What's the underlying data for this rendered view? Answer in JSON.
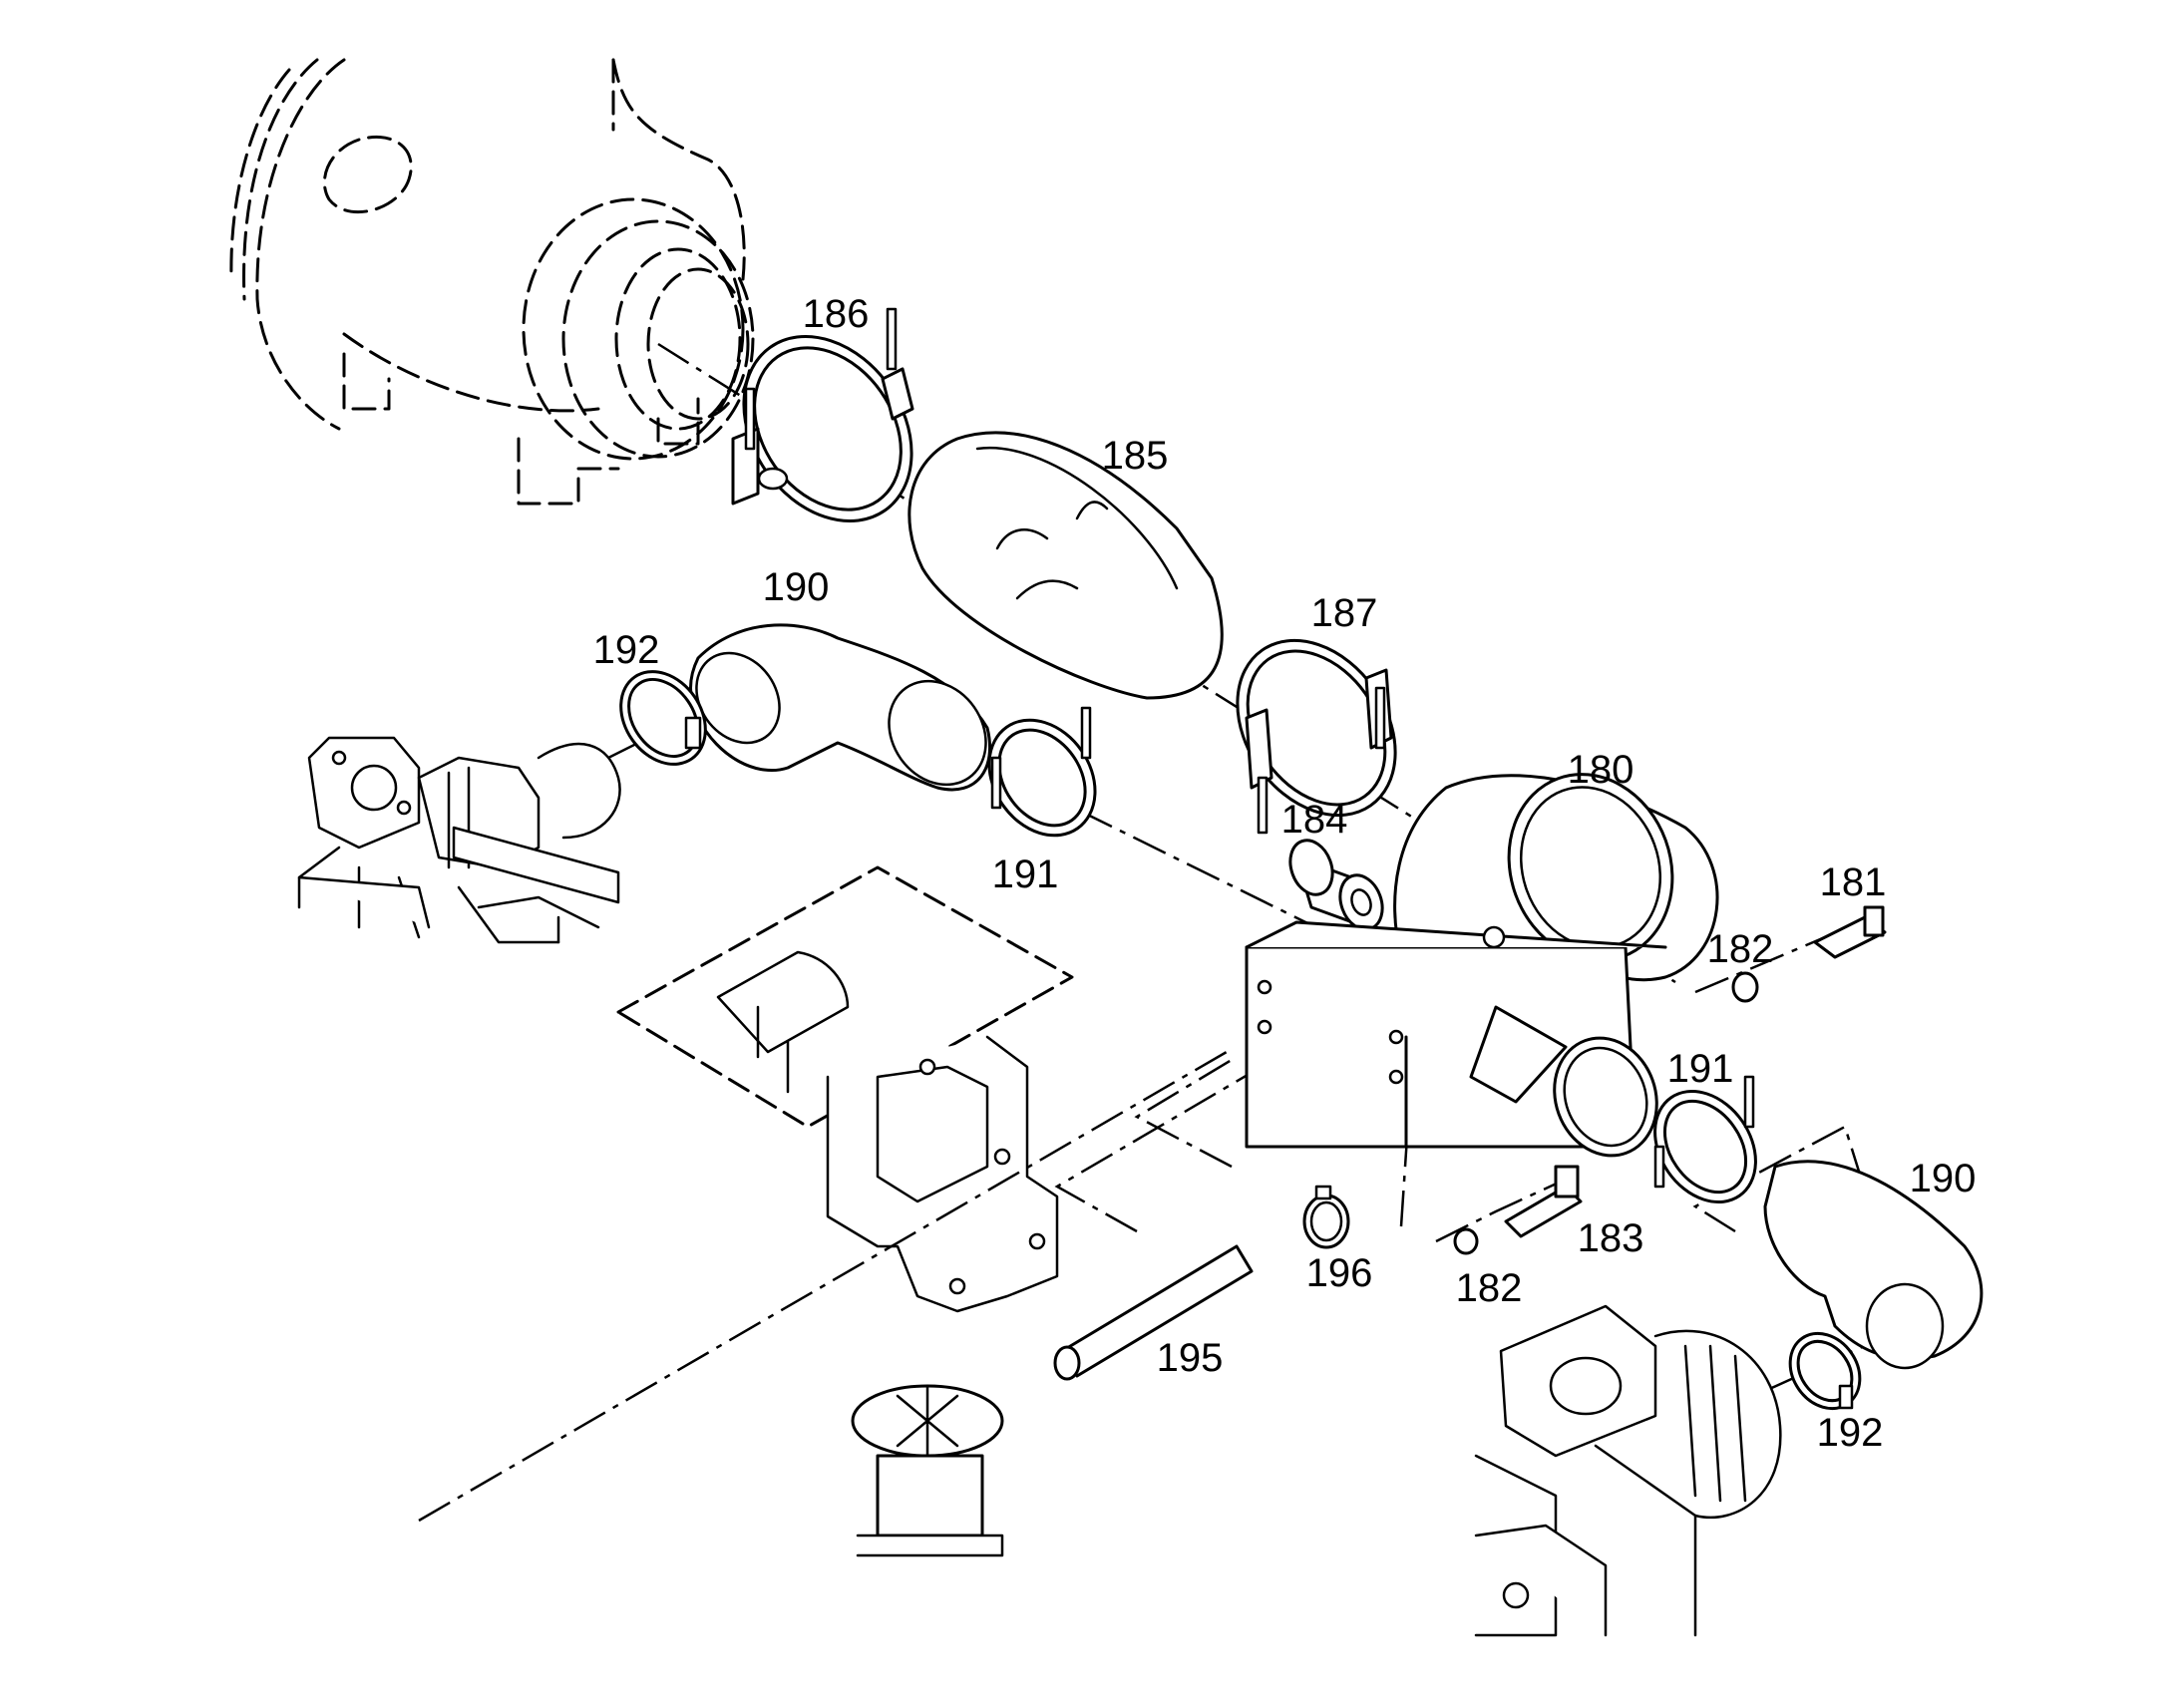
{
  "callouts": {
    "c180": "180",
    "c181": "181",
    "c182a": "182",
    "c182b": "182",
    "c183": "183",
    "c184": "184",
    "c185": "185",
    "c186": "186",
    "c187": "187",
    "c190a": "190",
    "c190b": "190",
    "c191a": "191",
    "c191b": "191",
    "c192a": "192",
    "c192b": "192",
    "c195": "195",
    "c196": "196"
  },
  "colors": {
    "line": "#000000",
    "background": "#ffffff"
  }
}
